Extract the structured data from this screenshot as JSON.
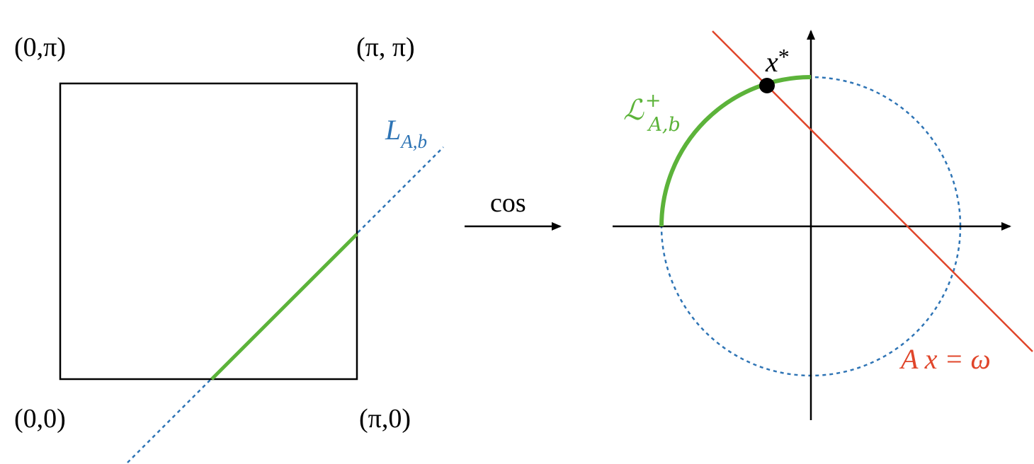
{
  "left_panel": {
    "corners": {
      "top_left": "(0,π)",
      "top_right": "(π, π)",
      "bottom_left": "(0,0)",
      "bottom_right": "(π,0)"
    },
    "line_label": {
      "main": "L",
      "sub": "A,b"
    }
  },
  "map_arrow": {
    "label": "cos"
  },
  "right_panel": {
    "point_label": {
      "main": "x",
      "sup": "*"
    },
    "arc_label": {
      "main": "ℒ",
      "sup": "+",
      "sub": "A,b"
    },
    "line_label": "A x = ω"
  },
  "colors": {
    "dashed_blue": "#2e74b5",
    "highlight_green": "#5cb33a",
    "line_red": "#e0452a",
    "ink": "#000000"
  }
}
